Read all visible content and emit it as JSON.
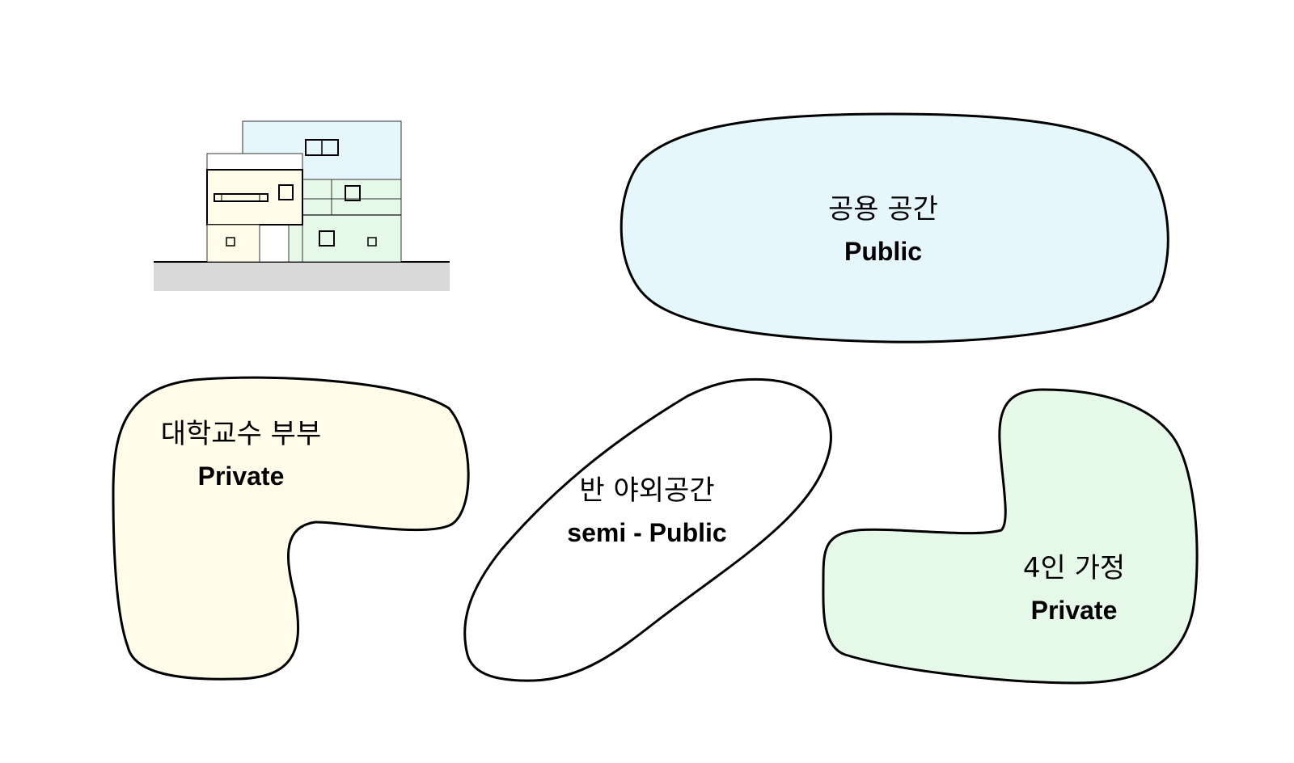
{
  "colors": {
    "public_fill": "#e6f7fc",
    "semi_public_fill": "#ffffff",
    "private_professors_fill": "#fffdea",
    "private_family_fill": "#e6f9e8",
    "ground_fill": "#d9d9d9",
    "outline": "#000000"
  },
  "building_icon": {
    "name": "house-elevation-icon"
  },
  "zones": {
    "public": {
      "korean": "공용 공간",
      "english": "Public"
    },
    "semi_public": {
      "korean": "반 야외공간",
      "english": "semi - Public"
    },
    "professors": {
      "korean": "대학교수 부부",
      "english": "Private"
    },
    "family": {
      "korean": "4인 가정",
      "english": "Private"
    }
  }
}
